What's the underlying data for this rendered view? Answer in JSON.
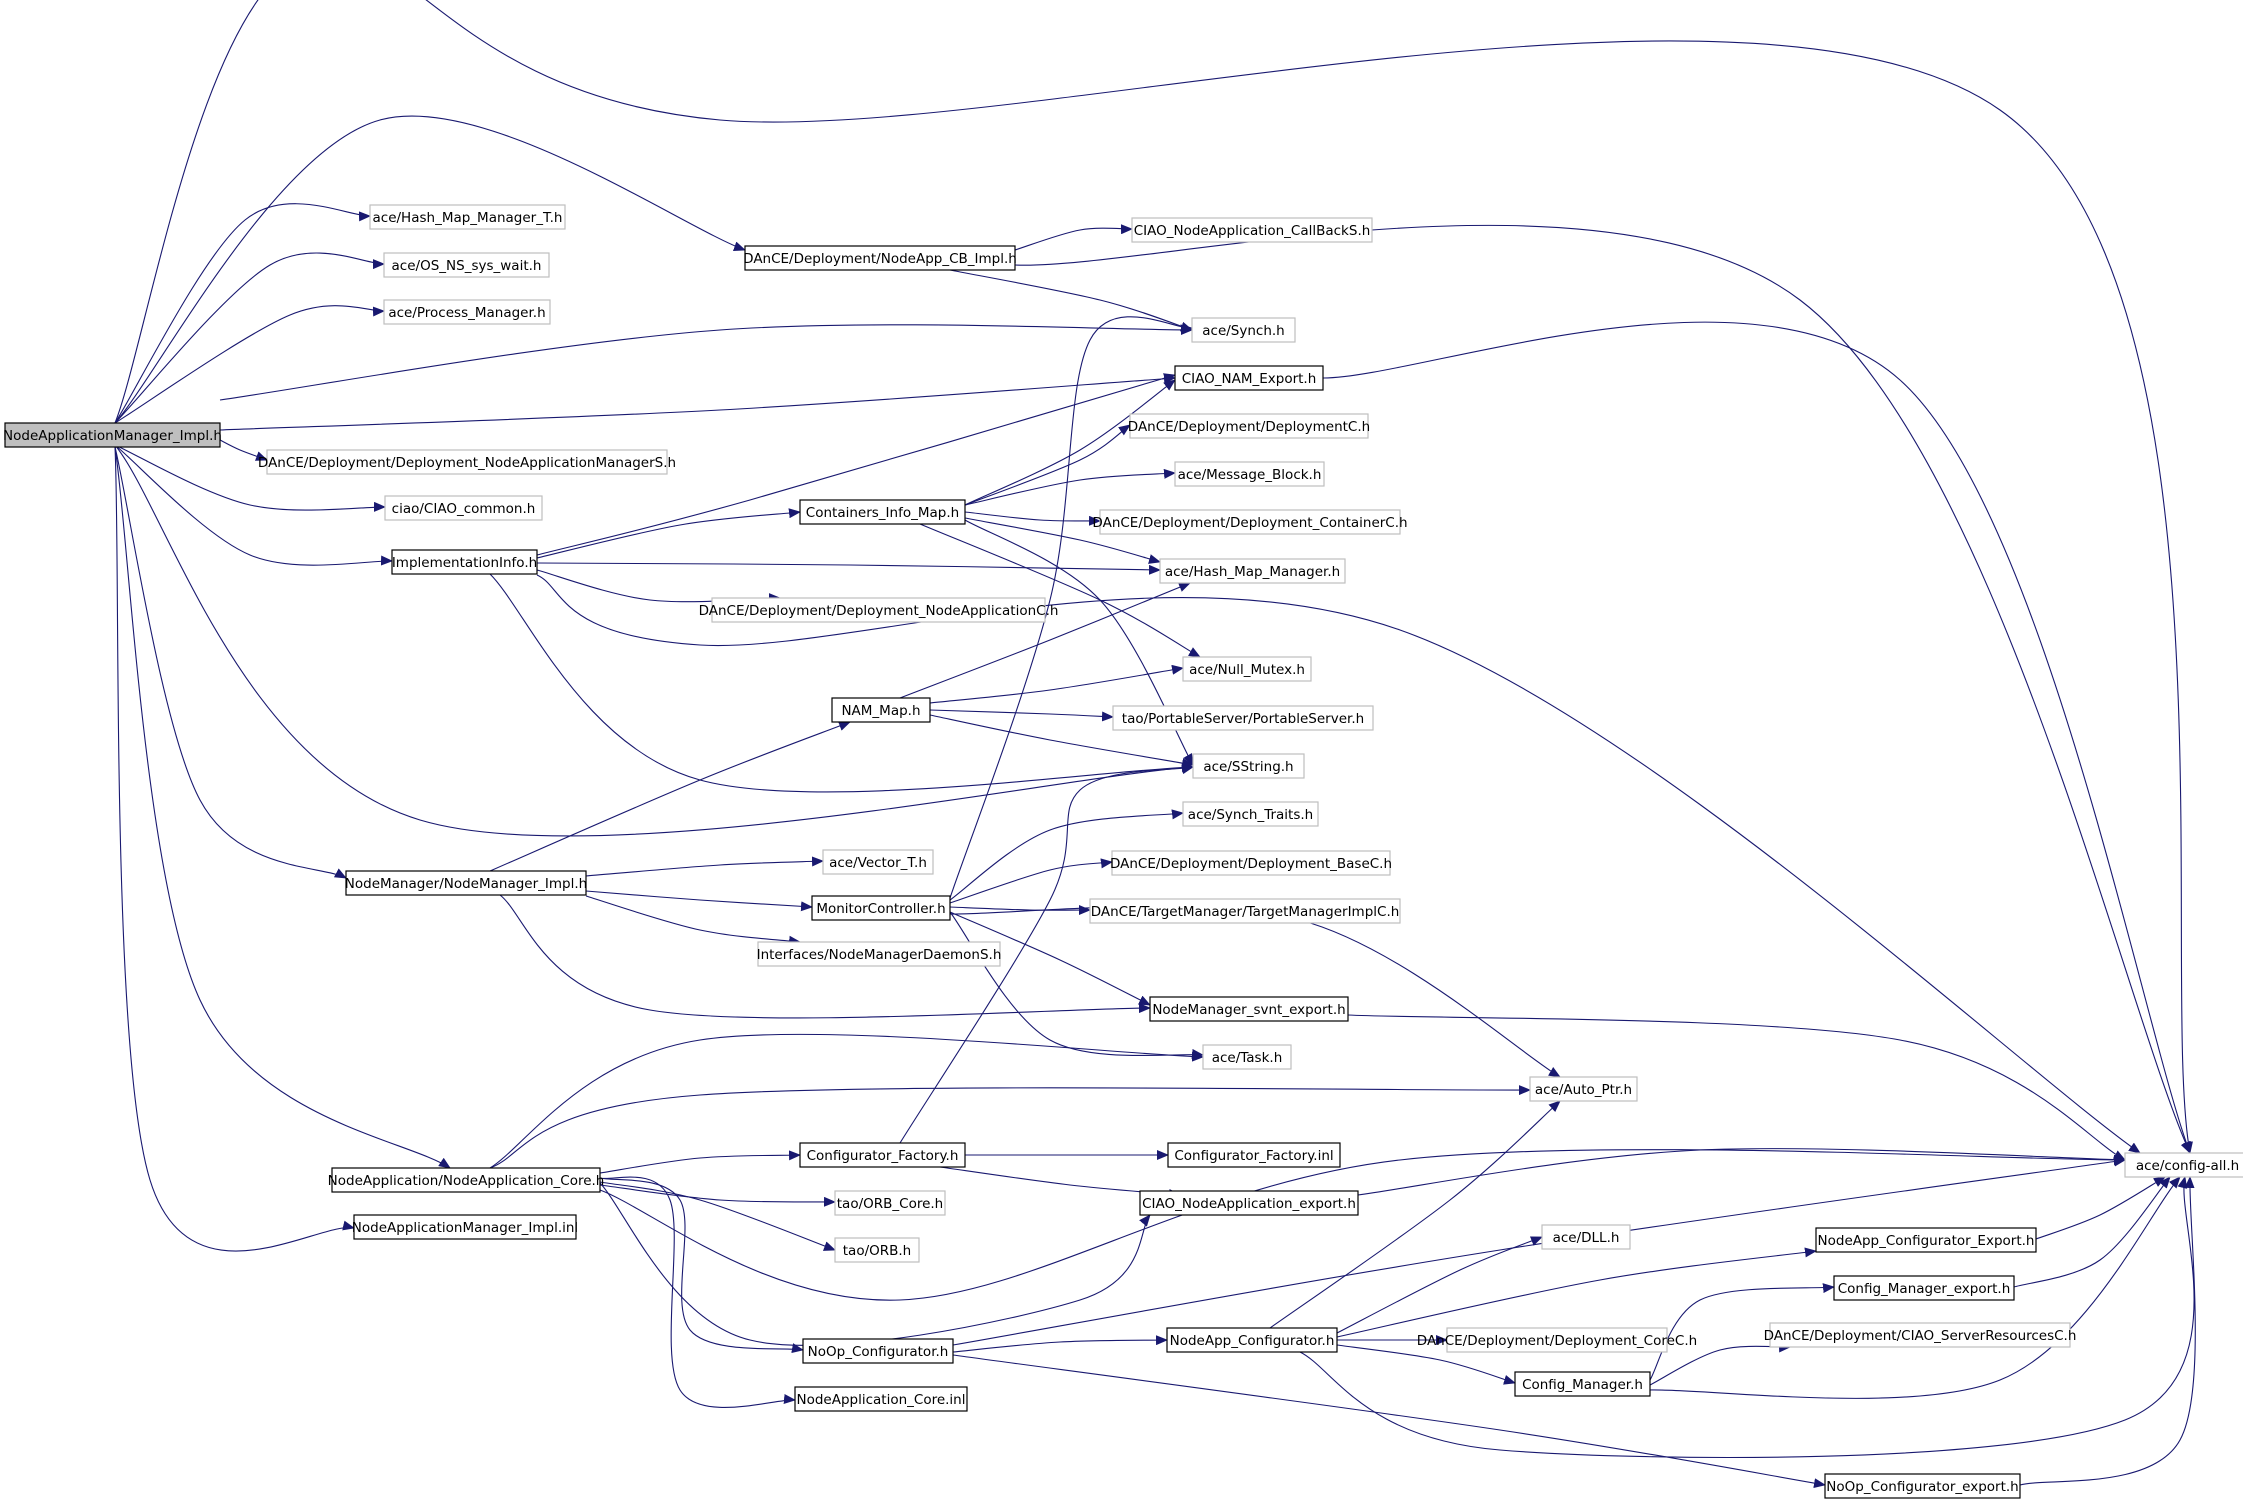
{
  "graph": {
    "colors": {
      "edge": "#191970",
      "root_fill": "#bfbfbf",
      "box_border": "#000000",
      "dim_border": "#bfbfbf",
      "background": "#ffffff"
    },
    "nodes": [
      {
        "id": "root",
        "label": "NodeApplicationManager_Impl.h",
        "style": "root"
      },
      {
        "id": "hashMapT",
        "label": "ace/Hash_Map_Manager_T.h",
        "style": "dim"
      },
      {
        "id": "osns",
        "label": "ace/OS_NS_sys_wait.h",
        "style": "dim"
      },
      {
        "id": "procmgr",
        "label": "ace/Process_Manager.h",
        "style": "dim"
      },
      {
        "id": "nodeappcb",
        "label": "DAnCE/Deployment/NodeApp_CB_Impl.h",
        "style": "box"
      },
      {
        "id": "callbacks",
        "label": "CIAO_NodeApplication_CallBackS.h",
        "style": "dim"
      },
      {
        "id": "synch",
        "label": "ace/Synch.h",
        "style": "dim"
      },
      {
        "id": "namexp",
        "label": "CIAO_NAM_Export.h",
        "style": "box"
      },
      {
        "id": "namgrS",
        "label": "DAnCE/Deployment/Deployment_NodeApplicationManagerS.h",
        "style": "dim"
      },
      {
        "id": "deployC",
        "label": "DAnCE/Deployment/DeploymentC.h",
        "style": "dim"
      },
      {
        "id": "ciaocommon",
        "label": "ciao/CIAO_common.h",
        "style": "dim"
      },
      {
        "id": "msgblock",
        "label": "ace/Message_Block.h",
        "style": "dim"
      },
      {
        "id": "cinfomap",
        "label": "Containers_Info_Map.h",
        "style": "box"
      },
      {
        "id": "containerC",
        "label": "DAnCE/Deployment/Deployment_ContainerC.h",
        "style": "dim"
      },
      {
        "id": "impinfo",
        "label": "ImplementationInfo.h",
        "style": "box"
      },
      {
        "id": "hashmap",
        "label": "ace/Hash_Map_Manager.h",
        "style": "dim"
      },
      {
        "id": "nodeappC",
        "label": "DAnCE/Deployment/Deployment_NodeApplicationC.h",
        "style": "dim"
      },
      {
        "id": "nullmutex",
        "label": "ace/Null_Mutex.h",
        "style": "dim"
      },
      {
        "id": "nammap",
        "label": "NAM_Map.h",
        "style": "box"
      },
      {
        "id": "portable",
        "label": "tao/PortableServer/PortableServer.h",
        "style": "dim"
      },
      {
        "id": "sstring",
        "label": "ace/SString.h",
        "style": "dim"
      },
      {
        "id": "synchtraits",
        "label": "ace/Synch_Traits.h",
        "style": "dim"
      },
      {
        "id": "vectorT",
        "label": "ace/Vector_T.h",
        "style": "dim"
      },
      {
        "id": "basec",
        "label": "DAnCE/Deployment/Deployment_BaseC.h",
        "style": "dim"
      },
      {
        "id": "nodemgr",
        "label": "NodeManager/NodeManager_Impl.h",
        "style": "box"
      },
      {
        "id": "monctrl",
        "label": "MonitorController.h",
        "style": "box"
      },
      {
        "id": "tmimpl",
        "label": "DAnCE/TargetManager/TargetManagerImplC.h",
        "style": "dim"
      },
      {
        "id": "nmdaemon",
        "label": "Interfaces/NodeManagerDaemonS.h",
        "style": "dim"
      },
      {
        "id": "nmsvnt",
        "label": "NodeManager_svnt_export.h",
        "style": "box"
      },
      {
        "id": "task",
        "label": "ace/Task.h",
        "style": "dim"
      },
      {
        "id": "autoptr",
        "label": "ace/Auto_Ptr.h",
        "style": "dim"
      },
      {
        "id": "cfgfactory",
        "label": "Configurator_Factory.h",
        "style": "box"
      },
      {
        "id": "cfgfactinl",
        "label": "Configurator_Factory.inl",
        "style": "box"
      },
      {
        "id": "configall",
        "label": "ace/config-all.h",
        "style": "dim"
      },
      {
        "id": "nacore",
        "label": "NodeApplication/NodeApplication_Core.h",
        "style": "box"
      },
      {
        "id": "orbcore",
        "label": "tao/ORB_Core.h",
        "style": "dim"
      },
      {
        "id": "naexport",
        "label": "CIAO_NodeApplication_export.h",
        "style": "box"
      },
      {
        "id": "naminl",
        "label": "NodeApplicationManager_Impl.inl",
        "style": "box"
      },
      {
        "id": "orb",
        "label": "tao/ORB.h",
        "style": "dim"
      },
      {
        "id": "dll",
        "label": "ace/DLL.h",
        "style": "dim"
      },
      {
        "id": "nacfgexp",
        "label": "NodeApp_Configurator_Export.h",
        "style": "box"
      },
      {
        "id": "cfgmgrexp",
        "label": "Config_Manager_export.h",
        "style": "box"
      },
      {
        "id": "nacfg",
        "label": "NodeApp_Configurator.h",
        "style": "box"
      },
      {
        "id": "corec",
        "label": "DAnCE/Deployment/Deployment_CoreC.h",
        "style": "dim"
      },
      {
        "id": "serverres",
        "label": "DAnCE/Deployment/CIAO_ServerResourcesC.h",
        "style": "dim"
      },
      {
        "id": "noop",
        "label": "NoOp_Configurator.h",
        "style": "box"
      },
      {
        "id": "cfgmgr",
        "label": "Config_Manager.h",
        "style": "box"
      },
      {
        "id": "nacoreinl",
        "label": "NodeApplication_Core.inl",
        "style": "box"
      },
      {
        "id": "noopexp",
        "label": "NoOp_Configurator_export.h",
        "style": "box"
      }
    ],
    "edges": [
      [
        "root",
        "hashMapT"
      ],
      [
        "root",
        "osns"
      ],
      [
        "root",
        "procmgr"
      ],
      [
        "root",
        "nodeappcb"
      ],
      [
        "root",
        "synch"
      ],
      [
        "root",
        "namexp"
      ],
      [
        "root",
        "namgrS"
      ],
      [
        "root",
        "ciaocommon"
      ],
      [
        "root",
        "impinfo"
      ],
      [
        "root",
        "sstring"
      ],
      [
        "root",
        "nodemgr"
      ],
      [
        "root",
        "nacore"
      ],
      [
        "root",
        "naminl"
      ],
      [
        "root",
        "configall"
      ],
      [
        "nodeappcb",
        "callbacks"
      ],
      [
        "nodeappcb",
        "synch"
      ],
      [
        "nodeappcb",
        "configall"
      ],
      [
        "namexp",
        "configall"
      ],
      [
        "cinfomap",
        "namexp"
      ],
      [
        "cinfomap",
        "deployC"
      ],
      [
        "cinfomap",
        "msgblock"
      ],
      [
        "cinfomap",
        "containerC"
      ],
      [
        "cinfomap",
        "hashmap"
      ],
      [
        "cinfomap",
        "nullmutex"
      ],
      [
        "cinfomap",
        "sstring"
      ],
      [
        "impinfo",
        "namexp"
      ],
      [
        "impinfo",
        "cinfomap"
      ],
      [
        "impinfo",
        "hashmap"
      ],
      [
        "impinfo",
        "nodeappC"
      ],
      [
        "impinfo",
        "configall"
      ],
      [
        "impinfo",
        "sstring"
      ],
      [
        "nammap",
        "hashmap"
      ],
      [
        "nammap",
        "nullmutex"
      ],
      [
        "nammap",
        "portable"
      ],
      [
        "nammap",
        "sstring"
      ],
      [
        "nodemgr",
        "nammap"
      ],
      [
        "nodemgr",
        "vectorT"
      ],
      [
        "nodemgr",
        "monctrl"
      ],
      [
        "nodemgr",
        "nmdaemon"
      ],
      [
        "nodemgr",
        "nmsvnt"
      ],
      [
        "monctrl",
        "synch"
      ],
      [
        "monctrl",
        "synchtraits"
      ],
      [
        "monctrl",
        "basec"
      ],
      [
        "monctrl",
        "tmimpl"
      ],
      [
        "monctrl",
        "nmsvnt"
      ],
      [
        "monctrl",
        "task"
      ],
      [
        "monctrl",
        "autoptr"
      ],
      [
        "nmsvnt",
        "configall"
      ],
      [
        "nacore",
        "task"
      ],
      [
        "nacore",
        "autoptr"
      ],
      [
        "nacore",
        "cfgfactory"
      ],
      [
        "nacore",
        "orbcore"
      ],
      [
        "nacore",
        "orb"
      ],
      [
        "nacore",
        "naexport"
      ],
      [
        "nacore",
        "noop"
      ],
      [
        "nacore",
        "nacoreinl"
      ],
      [
        "nacore",
        "configall"
      ],
      [
        "cfgfactory",
        "cfgfactinl"
      ],
      [
        "cfgfactory",
        "naexport"
      ],
      [
        "cfgfactory",
        "sstring"
      ],
      [
        "naexport",
        "configall"
      ],
      [
        "noop",
        "nacfg"
      ],
      [
        "noop",
        "noopexp"
      ],
      [
        "noop",
        "configall"
      ],
      [
        "nacfg",
        "autoptr"
      ],
      [
        "nacfg",
        "dll"
      ],
      [
        "nacfg",
        "nacfgexp"
      ],
      [
        "nacfg",
        "corec"
      ],
      [
        "nacfg",
        "cfgmgr"
      ],
      [
        "nacfg",
        "configall"
      ],
      [
        "cfgmgr",
        "cfgmgrexp"
      ],
      [
        "cfgmgr",
        "serverres"
      ],
      [
        "cfgmgr",
        "configall"
      ],
      [
        "nacfgexp",
        "configall"
      ],
      [
        "cfgmgrexp",
        "configall"
      ],
      [
        "noopexp",
        "configall"
      ]
    ]
  }
}
